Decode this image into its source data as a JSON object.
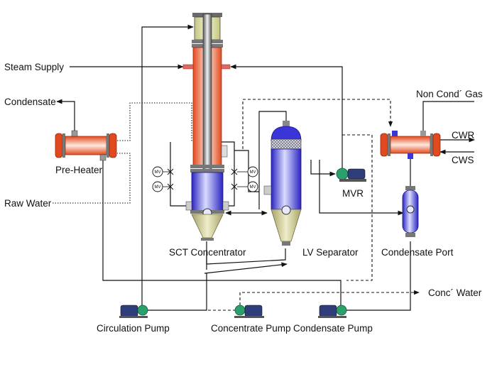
{
  "labels": {
    "steam_supply": "Steam Supply",
    "condensate": "Condensate",
    "raw_water": "Raw Water",
    "pre_heater": "Pre-Heater",
    "sct_concentrator": "SCT Concentrator",
    "lv_separator": "LV Separator",
    "mvr": "MVR",
    "non_cond_gas": "Non Cond´ Gas",
    "cwr": "CWR",
    "cws": "CWS",
    "condensate_port": "Condensate Port",
    "conc_water": "Conc´ Water",
    "circulation_pump": "Circulation Pump",
    "concentrate_pump": "Concentrate Pump",
    "condensate_pump": "Condensate Pump",
    "mv": "MV"
  },
  "colors": {
    "heater_red": "#e8562a",
    "vessel_blue": "#3a35d8",
    "cone_olive": "#c9c48a",
    "top_head": "#d6d89a",
    "pump_blue": "#2f3e7a",
    "pump_green": "#2aa06a"
  }
}
